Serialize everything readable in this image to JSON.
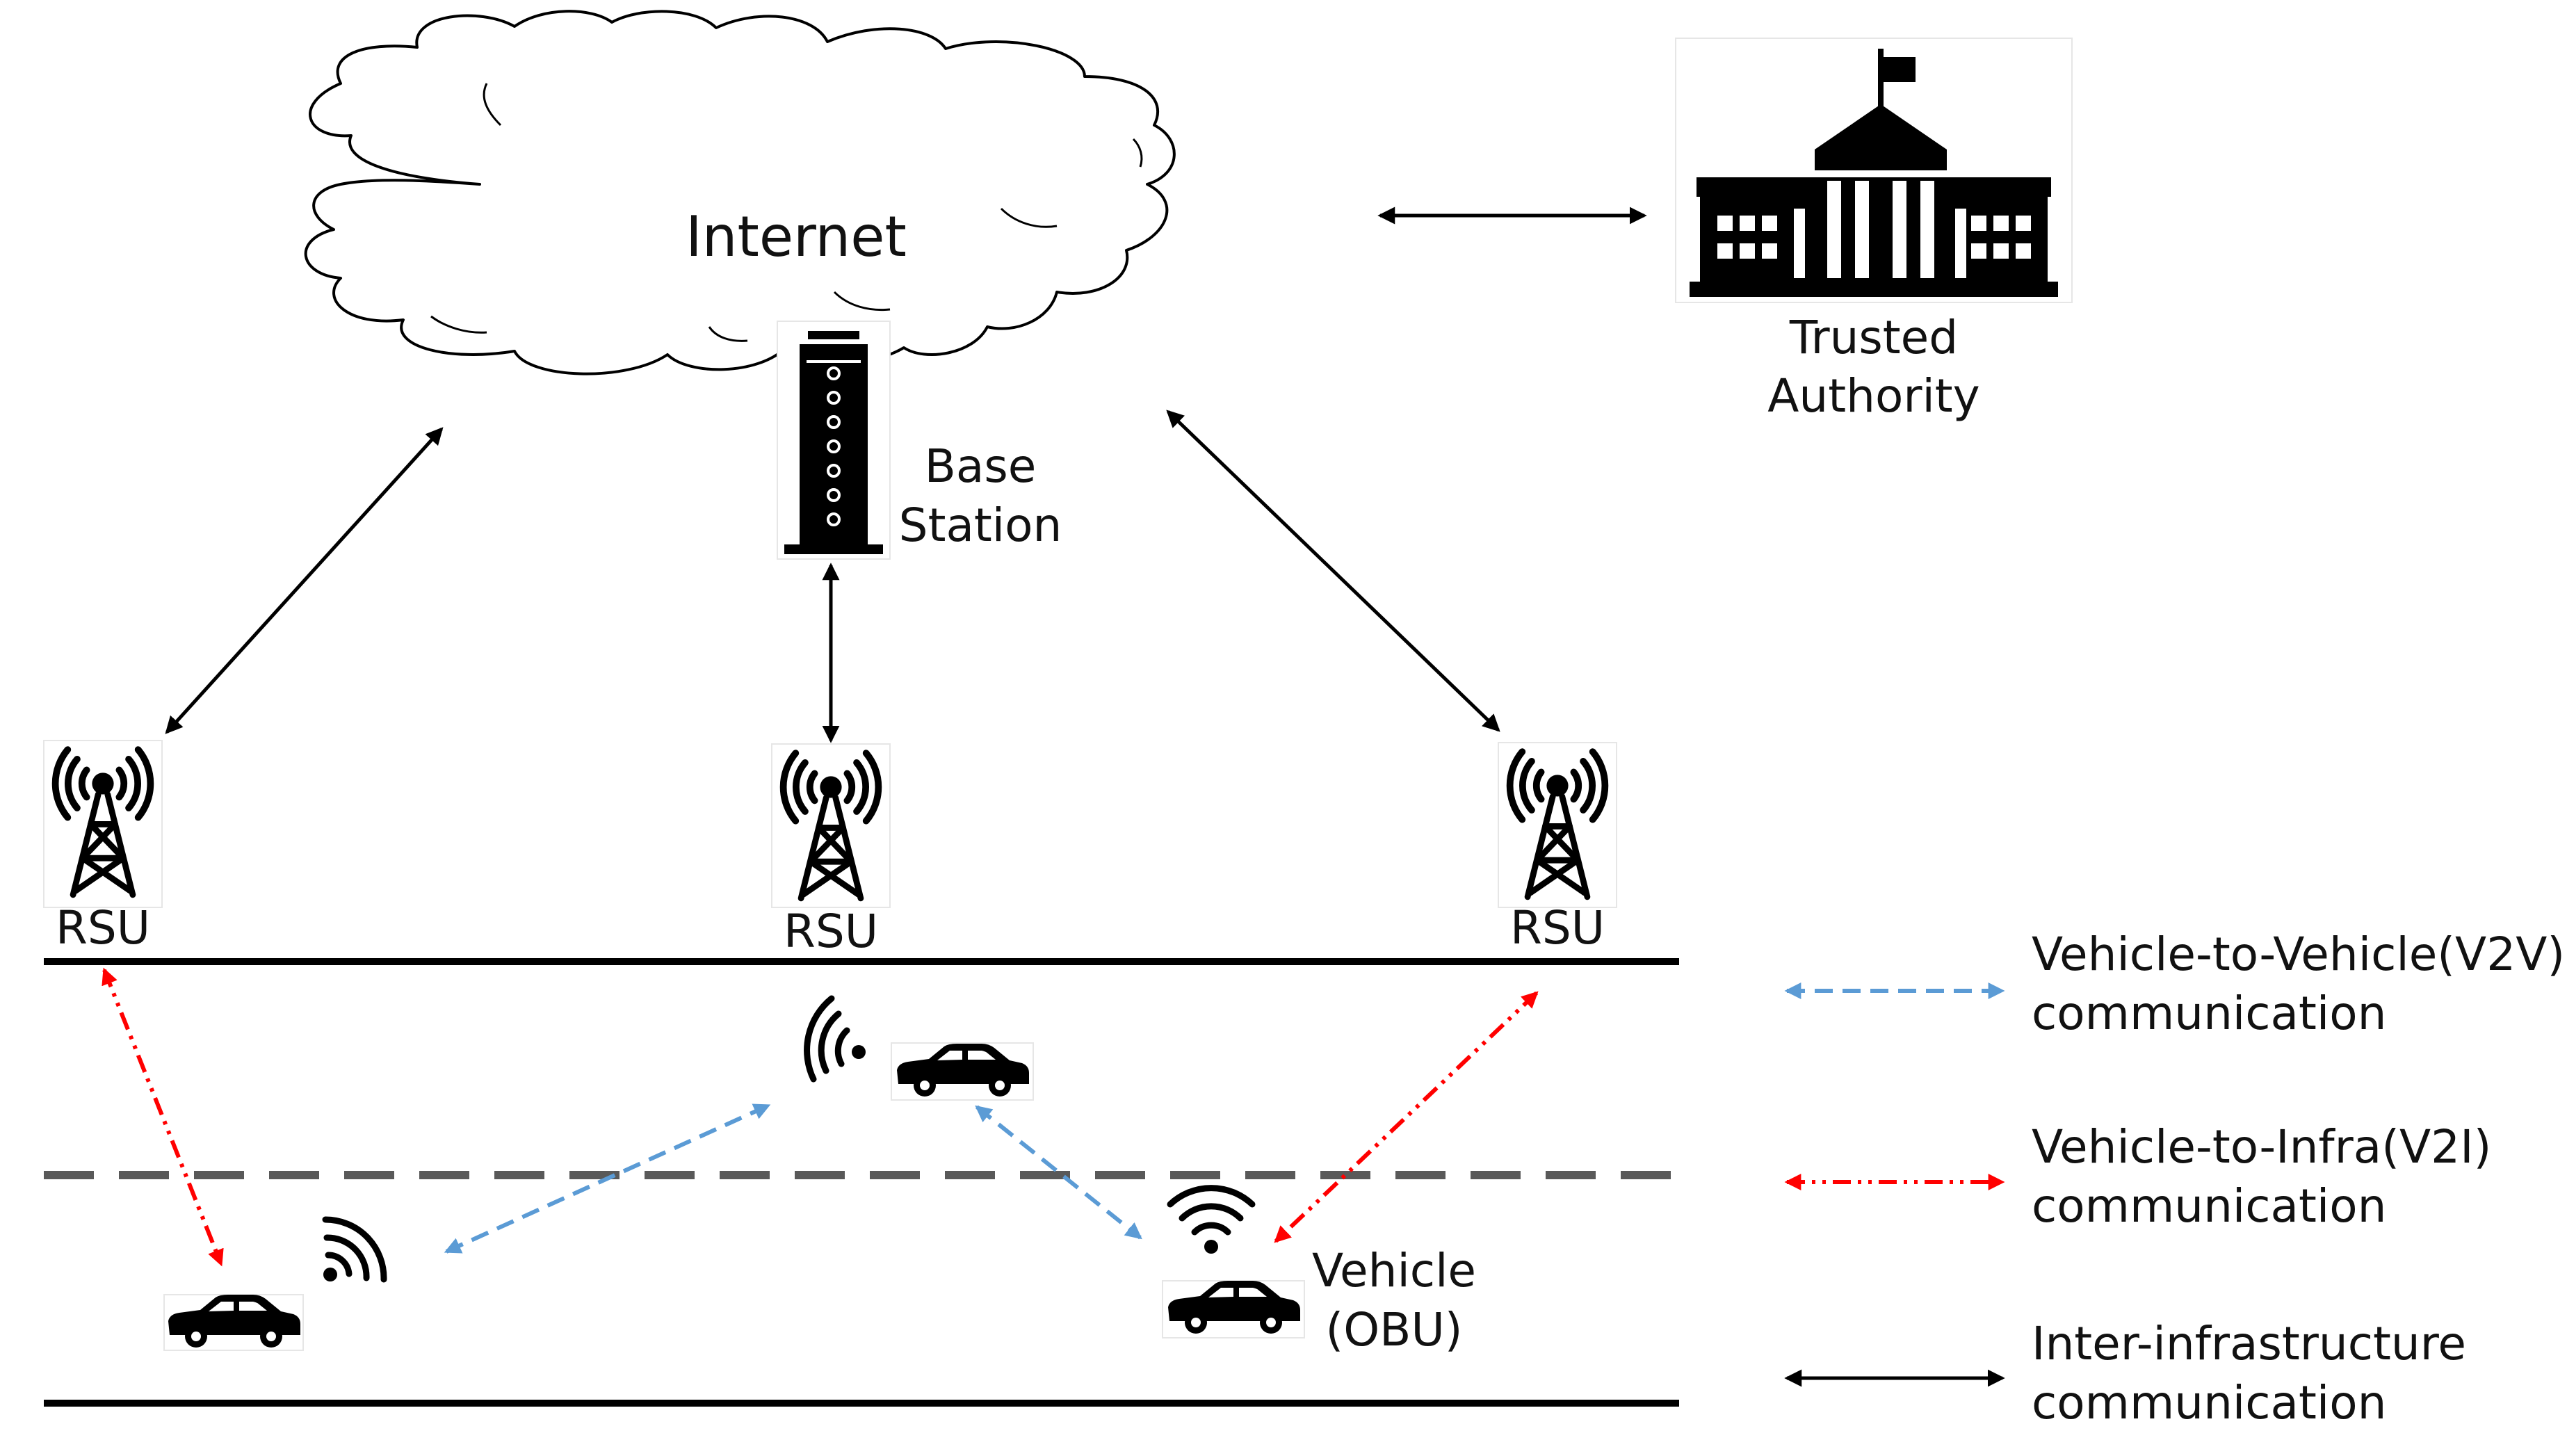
{
  "labels": {
    "internet": "Internet",
    "trusted_authority_line1": "Trusted",
    "trusted_authority_line2": "Authority",
    "base_station_line1": "Base",
    "base_station_line2": "Station",
    "rsu_left": "RSU",
    "rsu_center": "RSU",
    "rsu_right": "RSU",
    "vehicle_line1": "Vehicle",
    "vehicle_line2": "(OBU)"
  },
  "legend": [
    {
      "line1": "Vehicle-to-Vehicle(V2V)",
      "line2": "communication",
      "style": "dashed",
      "color": "#5B9BD5"
    },
    {
      "line1": "Vehicle-to-Infra(V2I)",
      "line2": "communication",
      "style": "dash-dot-dot",
      "color": "#FF0000"
    },
    {
      "line1": "Inter-infrastructure",
      "line2": "communication",
      "style": "solid",
      "color": "#000000"
    }
  ],
  "colors": {
    "v2v": "#5B9BD5",
    "v2i": "#FF0000",
    "infra": "#000000",
    "road_edge": "#000000",
    "lane_divider": "#595959"
  },
  "icons": {
    "cloud": "cloud-icon",
    "authority": "government-building-icon",
    "base_station": "base-station-tower-icon",
    "rsu": "radio-tower-icon",
    "vehicle": "car-icon",
    "wireless": "wifi-signal-icon"
  }
}
